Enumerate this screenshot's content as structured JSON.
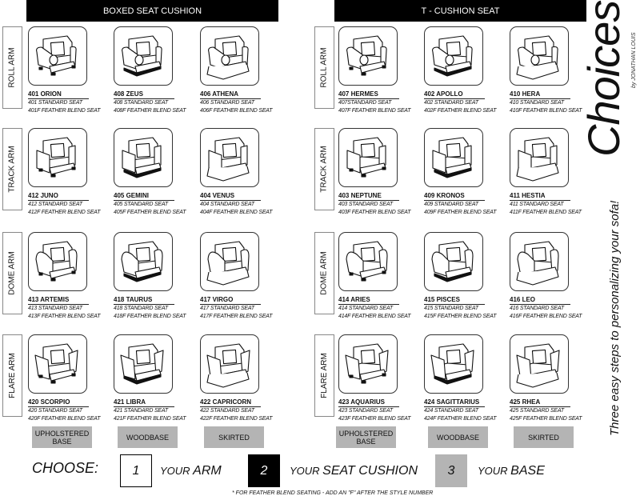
{
  "sections": [
    {
      "title": "BOXED SEAT CUSHION",
      "rows": [
        {
          "arm": "ROLL ARM",
          "items": [
            {
              "name": "401 ORION",
              "std": "401 STANDARD  SEAT",
              "fb": "401F FEATHER BLEND SEAT"
            },
            {
              "name": "408 ZEUS",
              "std": "408 STANDARD  SEAT",
              "fb": "408F FEATHER BLEND SEAT"
            },
            {
              "name": "406 ATHENA",
              "std": "406 STANDARD  SEAT",
              "fb": "406F FEATHER BLEND SEAT"
            }
          ]
        },
        {
          "arm": "TRACK ARM",
          "items": [
            {
              "name": "412 JUNO",
              "std": "412 STANDARD  SEAT",
              "fb": "412F FEATHER BLEND SEAT"
            },
            {
              "name": "405 GEMINI",
              "std": "405 STANDARD  SEAT",
              "fb": "405F FEATHER BLEND SEAT"
            },
            {
              "name": "404 VENUS",
              "std": "404 STANDARD  SEAT",
              "fb": "404F FEATHER BLEND SEAT"
            }
          ]
        },
        {
          "arm": "DOME ARM",
          "items": [
            {
              "name": "413 ARTEMIS",
              "std": "413 STANDARD  SEAT",
              "fb": "413F FEATHER BLEND SEAT"
            },
            {
              "name": "418 TAURUS",
              "std": "418 STANDARD  SEAT",
              "fb": "418F FEATHER BLEND SEAT"
            },
            {
              "name": "417 VIRGO",
              "std": "417 STANDARD  SEAT",
              "fb": "417F FEATHER BLEND SEAT"
            }
          ]
        },
        {
          "arm": "FLARE ARM",
          "items": [
            {
              "name": "420 SCORPIO",
              "std": "420 STANDARD  SEAT",
              "fb": "420F FEATHER BLEND SEAT"
            },
            {
              "name": "421 LIBRA",
              "std": "421 STANDARD  SEAT",
              "fb": "421F FEATHER BLEND SEAT"
            },
            {
              "name": "422 CAPRICORN",
              "std": "422 STANDARD  SEAT",
              "fb": "422F FEATHER BLEND SEAT"
            }
          ]
        }
      ],
      "bases": [
        "UPHOLSTERED BASE",
        "WOODBASE",
        "SKIRTED"
      ]
    },
    {
      "title": "T - CUSHION SEAT",
      "rows": [
        {
          "arm": "ROLL ARM",
          "items": [
            {
              "name": "407 HERMES",
              "std": "407STANDARD  SEAT",
              "fb": "407F FEATHER BLEND SEAT"
            },
            {
              "name": "402 APOLLO",
              "std": "402 STANDARD  SEAT",
              "fb": "402F FEATHER BLEND SEAT"
            },
            {
              "name": "410 HERA",
              "std": "410 STANDARD  SEAT",
              "fb": "410F FEATHER BLEND SEAT"
            }
          ]
        },
        {
          "arm": "TRACK ARM",
          "items": [
            {
              "name": "403 NEPTUNE",
              "std": "403 STANDARD  SEAT",
              "fb": "403F FEATHER BLEND SEAT"
            },
            {
              "name": "409 KRONOS",
              "std": "409 STANDARD  SEAT",
              "fb": "409F FEATHER BLEND SEAT"
            },
            {
              "name": "411 HESTIA",
              "std": "411 STANDARD  SEAT",
              "fb": "411F FEATHER BLEND SEAT"
            }
          ]
        },
        {
          "arm": "DOME ARM",
          "items": [
            {
              "name": "414 ARIES",
              "std": "414 STANDARD  SEAT",
              "fb": "414F FEATHER BLEND SEAT"
            },
            {
              "name": "415 PISCES",
              "std": "415 STANDARD  SEAT",
              "fb": "415F FEATHER BLEND SEAT"
            },
            {
              "name": "416 LEO",
              "std": "416 STANDARD  SEAT",
              "fb": "416F FEATHER BLEND SEAT"
            }
          ]
        },
        {
          "arm": "FLARE ARM",
          "items": [
            {
              "name": "423 AQUARIUS",
              "std": "423 STANDARD  SEAT",
              "fb": "423F FEATHER BLEND SEAT"
            },
            {
              "name": "424 SAGITTARIUS",
              "std": "424 STANDARD  SEAT",
              "fb": "424F FEATHER BLEND SEAT"
            },
            {
              "name": "425 RHEA",
              "std": "425 STANDARD  SEAT",
              "fb": "425F FEATHER BLEND SEAT"
            }
          ]
        }
      ],
      "bases": [
        "UPHOLSTERED BASE",
        "WOODBASE",
        "SKIRTED"
      ]
    }
  ],
  "choose": {
    "label": "CHOOSE:",
    "steps": [
      {
        "num": "1",
        "prefix": "YOUR ",
        "word": "ARM"
      },
      {
        "num": "2",
        "prefix": "YOUR ",
        "word": "SEAT CUSHION"
      },
      {
        "num": "3",
        "prefix": "YOUR ",
        "word": "BASE"
      }
    ]
  },
  "footnote": "* FOR FEATHER BLEND SEATING - ADD AN \"F\" AFTER THE STYLE NUMBER",
  "brand": {
    "name": "Choices",
    "by": "by JONATHAN LOUIS",
    "tagline": "Three easy steps to personalizing your sofa!"
  },
  "colors": {
    "header": "#000000",
    "base_button": "#b4b4b4"
  }
}
